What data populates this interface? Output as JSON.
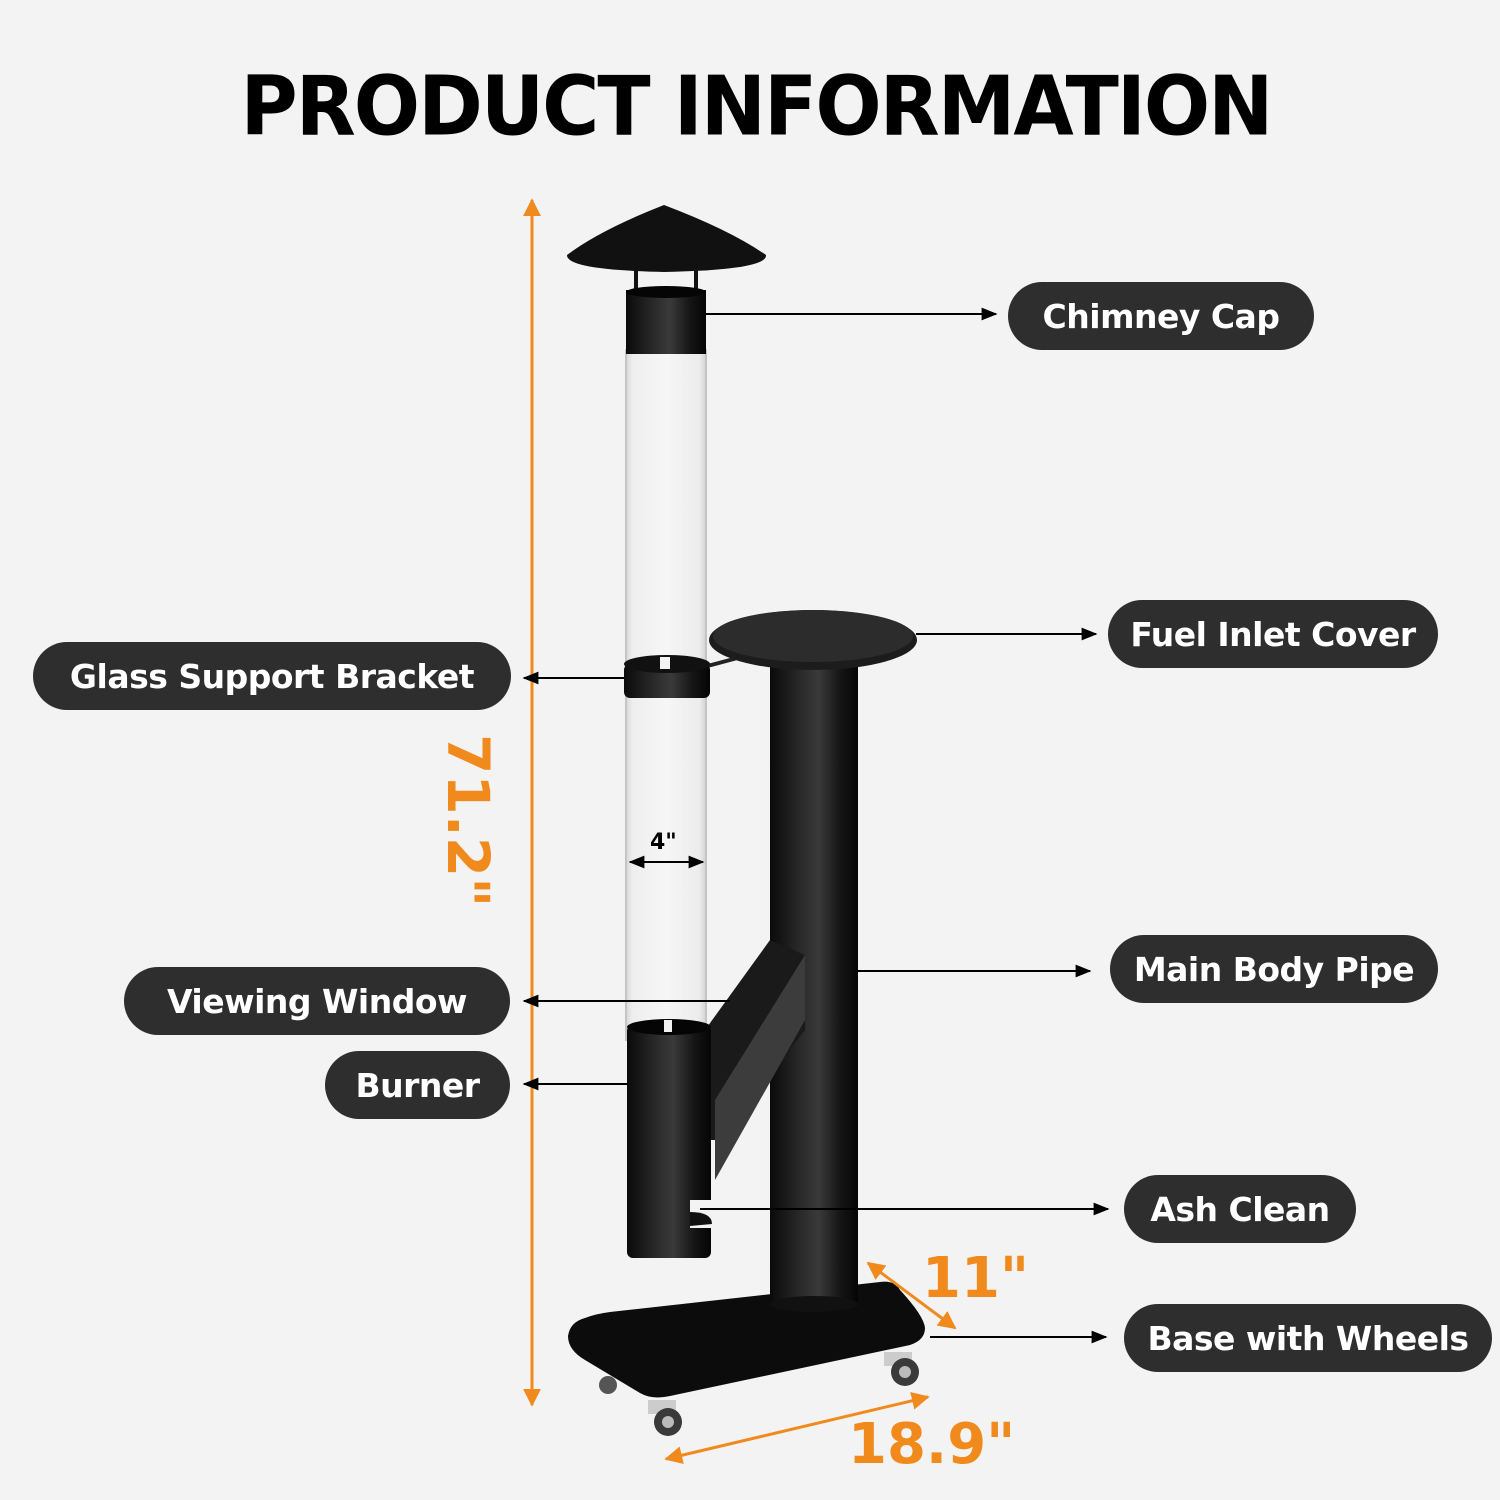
{
  "title": "PRODUCT INFORMATION",
  "labels": {
    "chimney_cap": "Chimney Cap",
    "fuel_inlet_cover": "Fuel Inlet Cover",
    "glass_support_bracket": "Glass Support Bracket",
    "main_body_pipe": "Main Body Pipe",
    "viewing_window": "Viewing Window",
    "burner": "Burner",
    "ash_clean": "Ash Clean",
    "base_with_wheels": "Base with Wheels"
  },
  "dimensions": {
    "height": "71.2\"",
    "glass_diameter": "4\"",
    "base_depth": "11\"",
    "base_width": "18.9\""
  },
  "colors": {
    "background": "#f3f3f3",
    "pill": "#2e2e2e",
    "accent_orange": "#f08a1c",
    "product_black": "#111111"
  }
}
